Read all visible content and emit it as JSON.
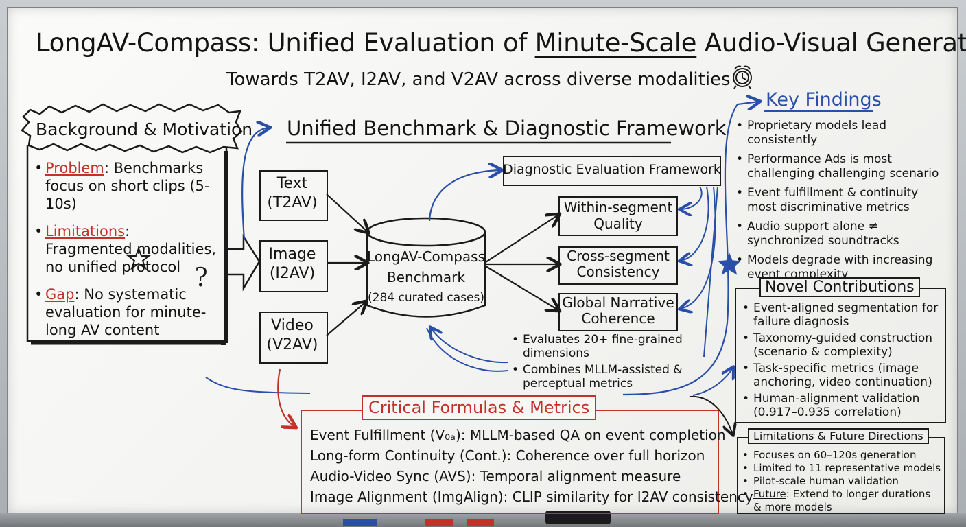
{
  "title": {
    "part1": "LongAV-Compass: Unified Evaluation of ",
    "underlined": "Minute-Scale",
    "part2": " Audio-Visual Generation"
  },
  "subtitle": "Towards T2AV, I2AV, and V2AV across diverse modalities",
  "clock_icon": "alarm-clock-icon",
  "background": {
    "heading": "Background & Motivation",
    "items": [
      {
        "label": "Problem",
        "text": ": Benchmarks focus on short clips (5-10s)"
      },
      {
        "label": "Limitations",
        "text": ": Fragmented modalities, no unified protocol"
      },
      {
        "label": "Gap",
        "text": ": No systematic evaluation for minute-long AV content"
      }
    ]
  },
  "framework": {
    "heading": "Unified Benchmark & Diagnostic Framework",
    "inputs": [
      {
        "line1": "Text",
        "line2": "(T2AV)"
      },
      {
        "line1": "Image",
        "line2": "(I2AV)"
      },
      {
        "line1": "Video",
        "line2": "(V2AV)"
      }
    ],
    "benchmark": {
      "line1": "LongAV-Compass",
      "line2": "Benchmark",
      "line3": "(284 curated cases)"
    },
    "diagnostic": "Diagnostic Evaluation Framework",
    "dimensions": [
      {
        "line1": "Within-segment",
        "line2": "Quality"
      },
      {
        "line1": "Cross-segment",
        "line2": "Consistency"
      },
      {
        "line1": "Global Narrative",
        "line2": "Coherence"
      }
    ],
    "notes": [
      "Evaluates 20+ fine-grained dimensions",
      "Combines MLLM-assisted & perceptual metrics"
    ]
  },
  "formulas": {
    "heading": "Critical Formulas & Metrics",
    "items": [
      "Event Fulfillment (V₀ₐ): MLLM-based QA on event completion",
      "Long-form Continuity (Cont.): Coherence over full horizon",
      "Audio-Video Sync (AVS): Temporal alignment measure",
      "Image Alignment (ImgAlign): CLIP similarity for I2AV consistency"
    ]
  },
  "findings": {
    "heading": "Key Findings",
    "items": [
      "Proprietary models lead consistently",
      "Performance Ads is most challenging challenging scenario",
      "Event fulfillment & continuity most discriminative metrics",
      "Audio support alone ≠ synchronized soundtracks",
      "Models degrade with increasing event complexity"
    ]
  },
  "contributions": {
    "heading": "Novel Contributions",
    "items": [
      "Event-aligned segmentation for failure diagnosis",
      "Taxonomy-guided construction (scenario & complexity)",
      "Task-specific metrics (image anchoring, video continuation)",
      "Human-alignment validation (0.917–0.935 correlation)"
    ]
  },
  "limitations": {
    "heading": "Limitations & Future Directions",
    "items": [
      {
        "label": "",
        "text": "Focuses on 60–120s generation"
      },
      {
        "label": "",
        "text": "Limited to 11 representative models"
      },
      {
        "label": "",
        "text": "Pilot-scale human validation"
      },
      {
        "label": "Future",
        "text": ": Extend to longer durations & more models"
      }
    ]
  },
  "colors": {
    "red": "#c4312b",
    "blue": "#2a4fa8",
    "ink": "#141414"
  }
}
